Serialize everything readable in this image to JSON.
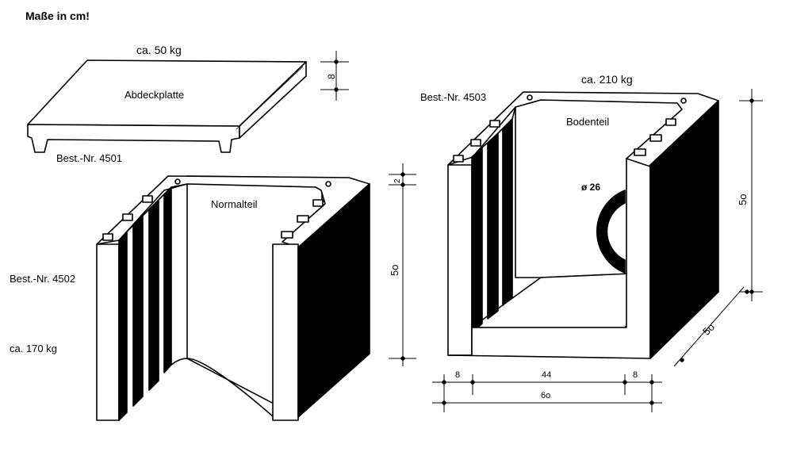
{
  "header": {
    "note": "Maße in cm!"
  },
  "cover_plate": {
    "weight": "ca. 50 kg",
    "name": "Abdeckplatte",
    "order_number": "Best.-Nr. 4501",
    "thickness": "8"
  },
  "normal_part": {
    "name": "Normalteil",
    "order_number": "Best.-Nr. 4502",
    "weight": "ca. 170 kg",
    "height": "5o",
    "top_rim": "2"
  },
  "bottom_part": {
    "name": "Bodenteil",
    "order_number": "Best.-Nr. 4503",
    "weight": "ca. 210 kg",
    "hole_diameter": "ø 26",
    "height": "5o",
    "depth": "5o",
    "dim_left": "8",
    "dim_inner": "44",
    "dim_right": "8",
    "dim_total": "6o"
  },
  "colors": {
    "ink": "#000000",
    "paper": "#ffffff"
  }
}
